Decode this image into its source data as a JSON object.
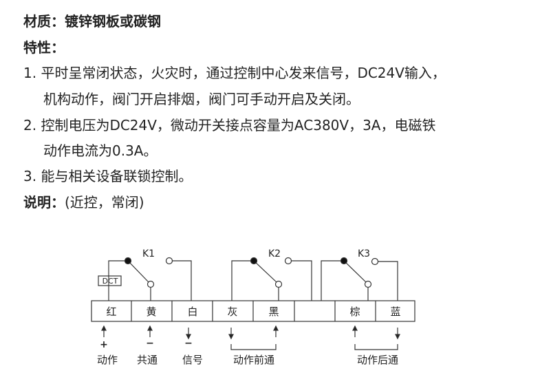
{
  "material": {
    "label": "材质：",
    "value": "镀锌钢板或碳钢"
  },
  "features": {
    "label": "特性："
  },
  "items": [
    {
      "line1": "1. 平时呈常闭状态，火灾时，通过控制中心发来信号，DC24V输入，",
      "line2": "机构动作，阀门开启排烟，阀门可手动开启及关闭。"
    },
    {
      "line1": "2. 控制电压为DC24V，微动开关接点容量为AC380V，3A，电磁铁",
      "line2": "动作电流为0.3A。"
    },
    {
      "line1": "3. 能与相关设备联锁控制。"
    }
  ],
  "note": {
    "label": "说明：",
    "value": "(近控，常闭)"
  },
  "diagram": {
    "switches": [
      "K1",
      "K2",
      "K3"
    ],
    "dct": "DCT",
    "terminals": [
      "红",
      "黄",
      "白",
      "灰",
      "黑",
      "",
      "棕",
      "蓝"
    ],
    "signs": [
      "+",
      "−",
      "−"
    ],
    "labels": [
      "动作",
      "共通",
      "信号",
      "动作前通",
      "动作后通"
    ]
  }
}
